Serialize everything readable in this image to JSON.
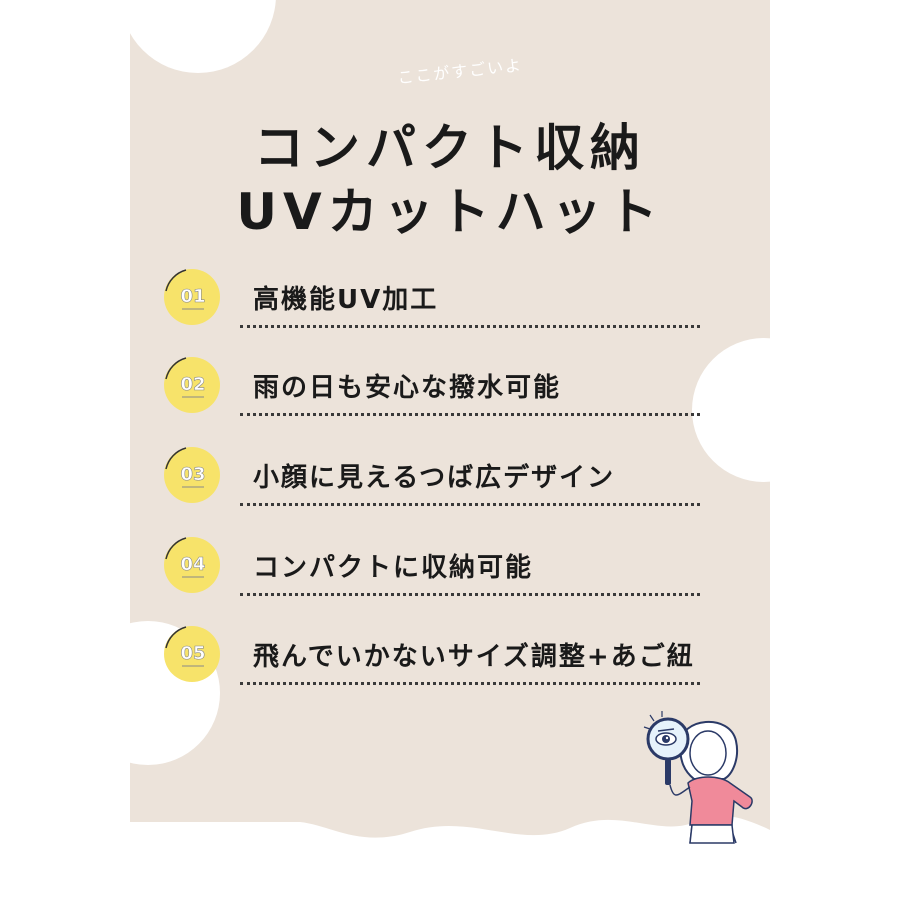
{
  "tagline": "ここがすごいよ",
  "title": {
    "line1": "コンパクト収納",
    "line2": "UVカットハット"
  },
  "colors": {
    "panel": "#ece3da",
    "badge": "#f7e36a",
    "badge_number": "#ffffff",
    "text": "#1a1a1a",
    "dots": "#3a3a3a"
  },
  "features": [
    {
      "number": "01",
      "label": "高機能UV加工"
    },
    {
      "number": "02",
      "label": "雨の日も安心な撥水可能"
    },
    {
      "number": "03",
      "label": "小顔に見えるつば広デザイン"
    },
    {
      "number": "04",
      "label": "コンパクトに収納可能"
    },
    {
      "number": "05",
      "label": "飛んでいかないサイズ調整+あご紐"
    }
  ],
  "illustration": {
    "icon": "magnifying-glass-woman-icon"
  }
}
